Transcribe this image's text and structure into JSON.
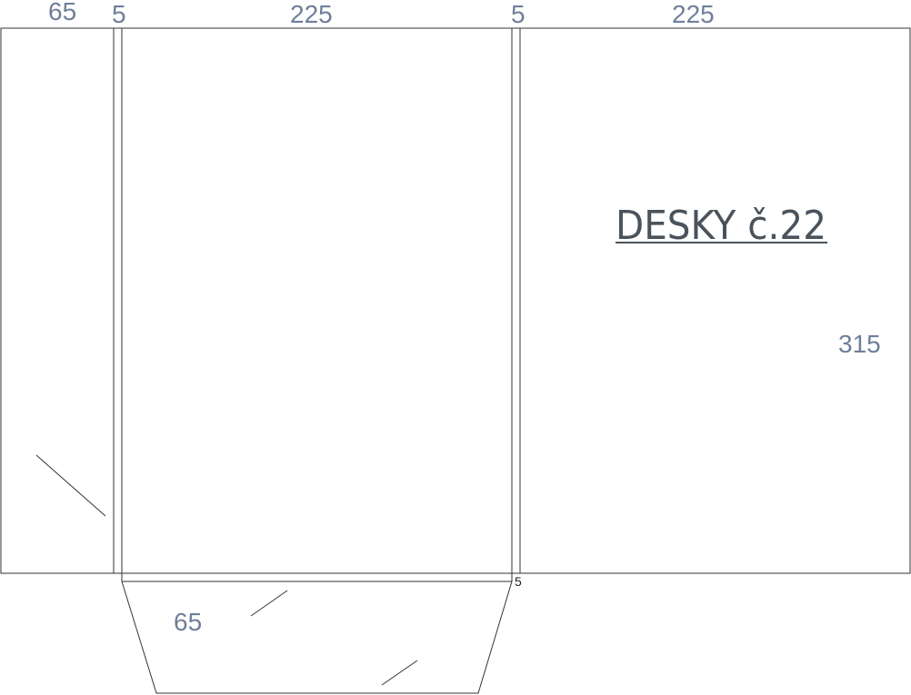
{
  "dimensions": {
    "top_flap_width": "65",
    "top_spine_left": "5",
    "top_panel_left": "225",
    "top_spine_right": "5",
    "top_panel_right": "225",
    "height": "315",
    "bottom_spine": "5",
    "bottom_flap_height": "65"
  },
  "title": "DESKY č.22"
}
